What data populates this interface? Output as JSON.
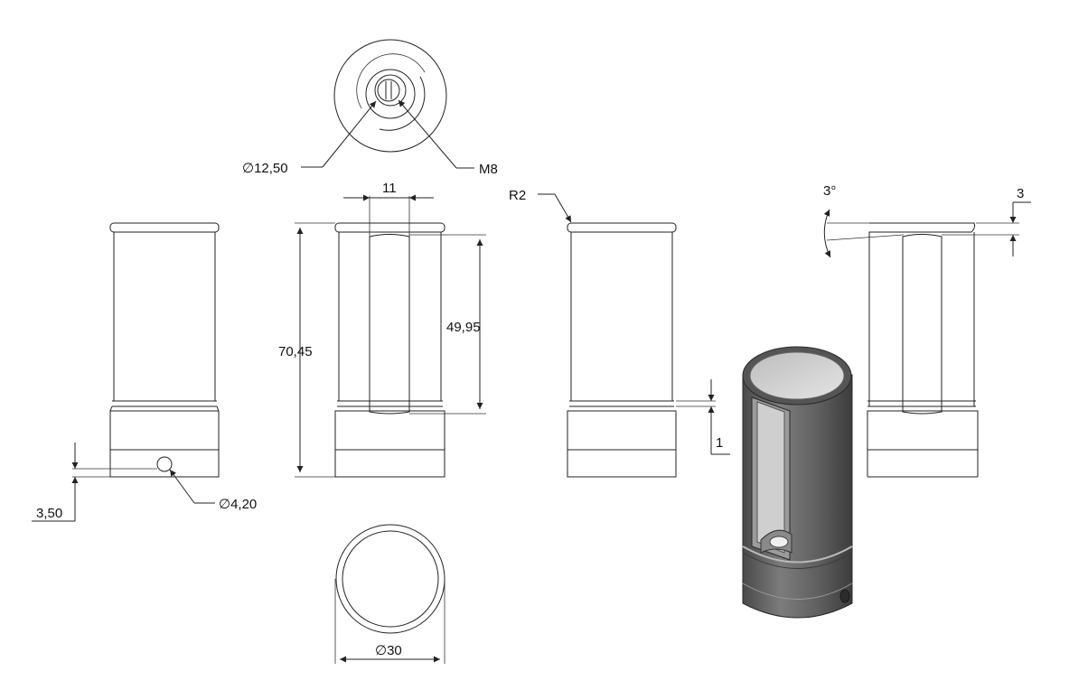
{
  "dimensions": {
    "top_diameter": "∅12,50",
    "thread": "M8",
    "slot_width": "11",
    "fillet_radius": "R2",
    "overall_height": "70,45",
    "slot_length": "49,95",
    "hole_offset": "3,50",
    "hole_diameter": "∅4,20",
    "step": "1",
    "base_diameter": "∅30",
    "taper_angle": "3°",
    "taper_depth": "3"
  },
  "colors": {
    "line": "#222222",
    "part_dark": "#5a5a5a",
    "part_mid": "#7a7a7a",
    "part_light": "#c8c8c8"
  }
}
